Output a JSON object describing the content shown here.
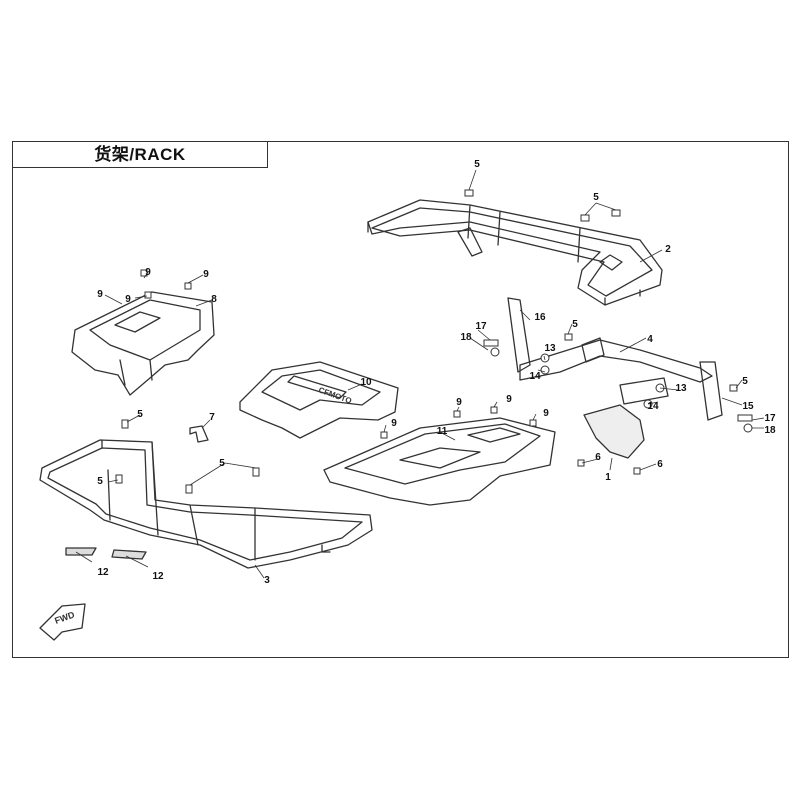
{
  "title": "货架/RACK",
  "fwd_label": "FWD",
  "logo_text": "CFMOTO",
  "callouts": [
    {
      "id": "c1",
      "label": "1"
    },
    {
      "id": "c2",
      "label": "2"
    },
    {
      "id": "c3",
      "label": "3"
    },
    {
      "id": "c4",
      "label": "4"
    },
    {
      "id": "c5a",
      "label": "5"
    },
    {
      "id": "c5b",
      "label": "5"
    },
    {
      "id": "c5c",
      "label": "5"
    },
    {
      "id": "c5d",
      "label": "5"
    },
    {
      "id": "c5e",
      "label": "5"
    },
    {
      "id": "c5f",
      "label": "5"
    },
    {
      "id": "c5g",
      "label": "5"
    },
    {
      "id": "c6a",
      "label": "6"
    },
    {
      "id": "c6b",
      "label": "6"
    },
    {
      "id": "c7",
      "label": "7"
    },
    {
      "id": "c8",
      "label": "8"
    },
    {
      "id": "c9a",
      "label": "9"
    },
    {
      "id": "c9b",
      "label": "9"
    },
    {
      "id": "c9c",
      "label": "9"
    },
    {
      "id": "c9d",
      "label": "9"
    },
    {
      "id": "c9e",
      "label": "9"
    },
    {
      "id": "c9f",
      "label": "9"
    },
    {
      "id": "c9g",
      "label": "9"
    },
    {
      "id": "c9h",
      "label": "9"
    },
    {
      "id": "c10",
      "label": "10"
    },
    {
      "id": "c11",
      "label": "11"
    },
    {
      "id": "c12a",
      "label": "12"
    },
    {
      "id": "c12b",
      "label": "12"
    },
    {
      "id": "c13a",
      "label": "13"
    },
    {
      "id": "c13b",
      "label": "13"
    },
    {
      "id": "c14a",
      "label": "14"
    },
    {
      "id": "c14b",
      "label": "14"
    },
    {
      "id": "c15",
      "label": "15"
    },
    {
      "id": "c16",
      "label": "16"
    },
    {
      "id": "c17a",
      "label": "17"
    },
    {
      "id": "c17b",
      "label": "17"
    },
    {
      "id": "c18a",
      "label": "18"
    },
    {
      "id": "c18b",
      "label": "18"
    }
  ]
}
